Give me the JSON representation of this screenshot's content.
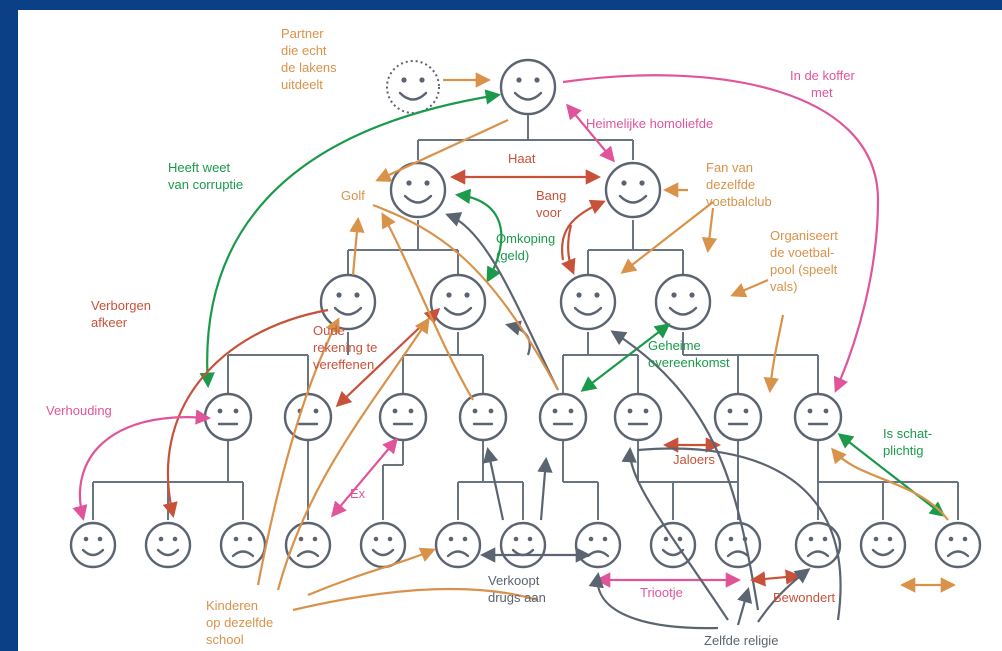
{
  "labels": {
    "partner": [
      "Partner",
      "die echt",
      "de lakens",
      "uitdeelt"
    ],
    "in_de_koffer": [
      "In de koffer",
      "met"
    ],
    "heimelijke": "Heimelijke homoliefde",
    "haat": "Haat",
    "heeft_weet": [
      "Heeft weet",
      "van corruptie"
    ],
    "golf": "Golf",
    "bang_voor": [
      "Bang",
      "voor"
    ],
    "fan": [
      "Fan van",
      "dezelfde",
      "voetbalclub"
    ],
    "omkoping": [
      "Omkoping",
      "(geld)"
    ],
    "organiseert": [
      "Organiseert",
      "de voetbal-",
      "pool (speelt",
      "vals)"
    ],
    "verborgen": [
      "Verborgen",
      "afkeer"
    ],
    "oude_rekening": [
      "Oude",
      "rekening te",
      "vereffenen"
    ],
    "geheime": [
      "Geheime",
      "overeenkomst"
    ],
    "verhouding": "Verhouding",
    "ex": "Ex",
    "jaloers": "Jaloers",
    "schatplichtig": [
      "Is schat-",
      "plichtig"
    ],
    "verkoopt": [
      "Verkoopt",
      "drugs aan"
    ],
    "triootje": "Triootje",
    "bewondert": "Bewondert",
    "kinderen": [
      "Kinderen",
      "op dezelfde",
      "school"
    ],
    "zelfde_religie": "Zelfde religie"
  },
  "colors": {
    "orange": "#d9924a",
    "pink": "#e0559a",
    "green": "#1a9a4a",
    "red": "#c8513a",
    "gray": "#5b6470",
    "frame": "#0b3f86"
  }
}
